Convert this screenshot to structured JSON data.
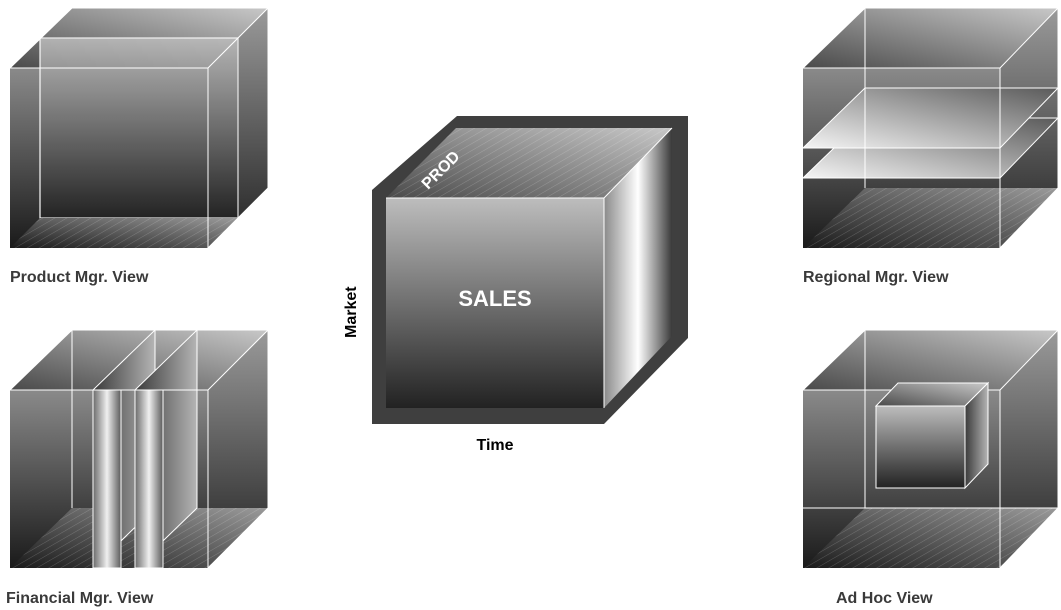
{
  "center": {
    "face_label": "SALES",
    "top_label": "PROD",
    "vertical_axis": "Market",
    "horizontal_axis": "Time"
  },
  "views": {
    "product": "Product Mgr. View",
    "regional": "Regional Mgr. View",
    "financial": "Financial Mgr. View",
    "adhoc": "Ad Hoc View"
  }
}
